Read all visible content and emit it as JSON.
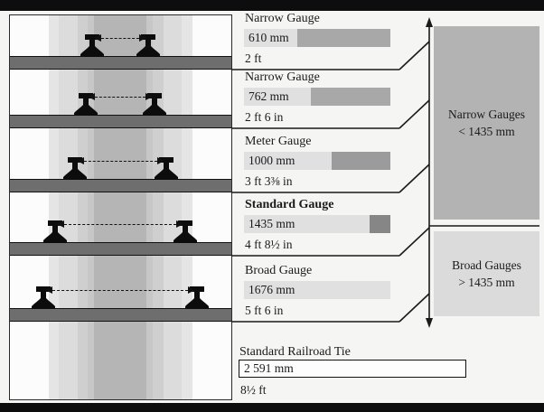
{
  "gauges": [
    {
      "name": "Narrow Gauge",
      "mm": 610,
      "mm_label": "610 mm",
      "imperial": "2 ft",
      "bold": false
    },
    {
      "name": "Narrow Gauge",
      "mm": 762,
      "mm_label": "762 mm",
      "imperial": "2 ft 6 in",
      "bold": false
    },
    {
      "name": "Meter Gauge",
      "mm": 1000,
      "mm_label": "1000 mm",
      "imperial": "3 ft 3⅜ in",
      "bold": false
    },
    {
      "name": "Standard Gauge",
      "mm": 1435,
      "mm_label": "1435 mm",
      "imperial": "4 ft 8½ in",
      "bold": true
    },
    {
      "name": "Broad Gauge",
      "mm": 1676,
      "mm_label": "1676 mm",
      "imperial": "5 ft 6 in",
      "bold": false
    }
  ],
  "tie": {
    "title": "Standard Railroad Tie",
    "mm": 2591,
    "mm_label": "2 591 mm",
    "imperial": "8½ ft"
  },
  "classification": {
    "narrow": {
      "line1": "Narrow Gauges",
      "line2": "< 1435 mm"
    },
    "broad": {
      "line1": "Broad Gauges",
      "line2": "> 1435 mm"
    }
  },
  "colors": {
    "bar_light": "#e0e0e0",
    "bar_rest": [
      "#a8a8a8",
      "#a8a8a8",
      "#9b9b9b",
      "#868686",
      ""
    ],
    "bands": [
      "#e5e5e5",
      "#dcdcdc",
      "#cfcfcf",
      "#c7c7c7",
      "#b5b5b5"
    ],
    "narrow_box": "#b3b3b3",
    "broad_box": "#dbdbdb",
    "line": "#1a1a1a"
  }
}
